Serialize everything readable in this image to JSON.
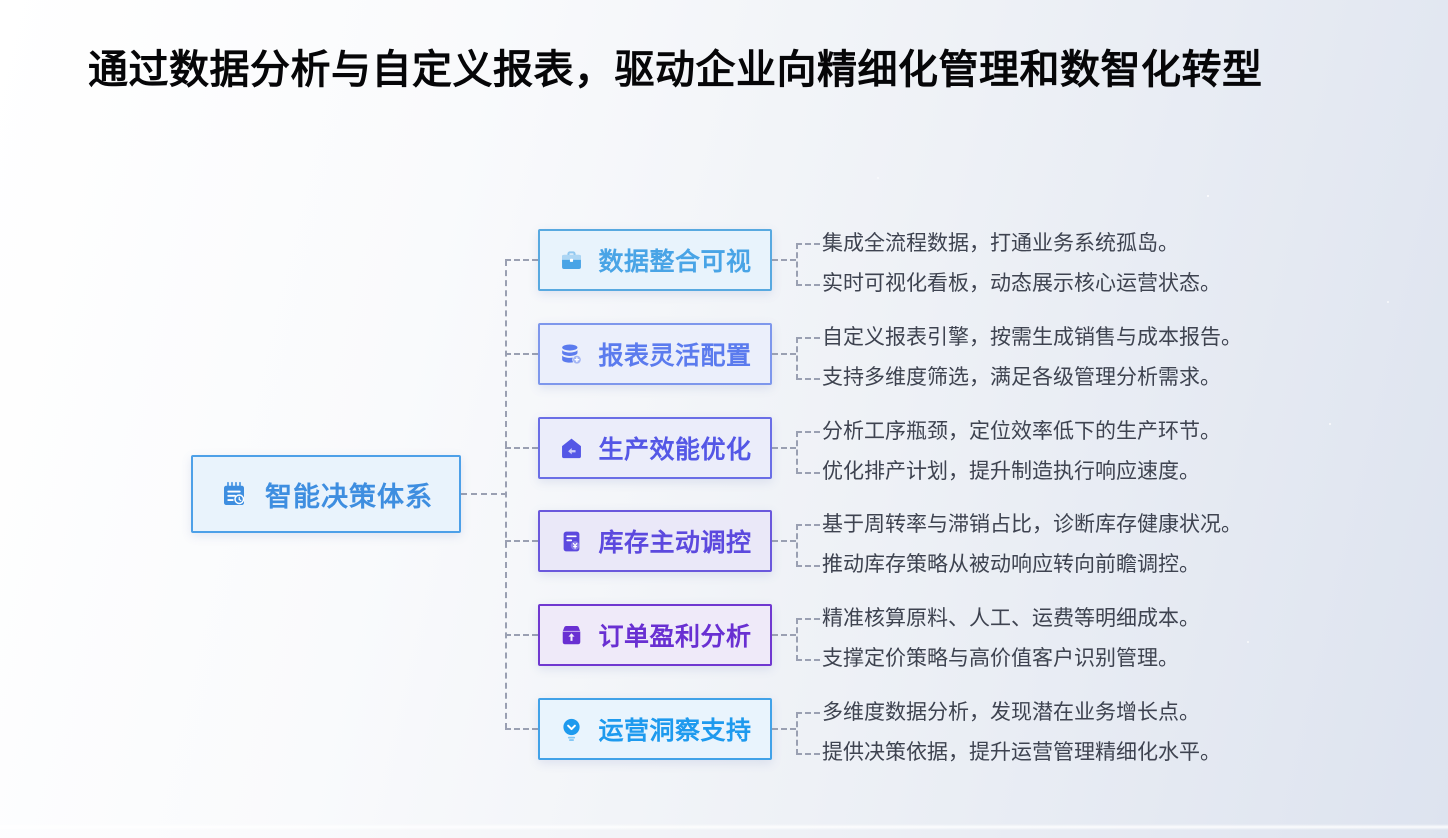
{
  "title": "通过数据分析与自定义报表，驱动企业向精细化管理和数智化转型",
  "connector": {
    "line": "#9aa0b2"
  },
  "root": {
    "label": "智能决策体系",
    "icon": "notepad-clock-icon",
    "colors": {
      "accent": "#3e8ee0",
      "border": "#4da0e8",
      "bg": "#e9f3fc"
    }
  },
  "branches": [
    {
      "label": "数据整合可视",
      "icon": "briefcase-icon",
      "colors": {
        "accent": "#49a4e6",
        "border": "#58a9e0",
        "bg": "#e8f3fc"
      },
      "points": [
        "集成全流程数据，打通业务系统孤岛。",
        "实时可视化看板，动态展示核心运营状态。"
      ]
    },
    {
      "label": "报表灵活配置",
      "icon": "database-icon",
      "colors": {
        "accent": "#5b7bee",
        "border": "#7e97ec",
        "bg": "#ebeffb"
      },
      "points": [
        "自定义报表引擎，按需生成销售与成本报告。",
        "支持多维度筛选，满足各级管理分析需求。"
      ]
    },
    {
      "label": "生产效能优化",
      "icon": "home-arrow-icon",
      "colors": {
        "accent": "#5457e6",
        "border": "#6a6ee6",
        "bg": "#ebedfa"
      },
      "points": [
        "分析工序瓶颈，定位效率低下的生产环节。",
        "优化排产计划，提升制造执行响应速度。"
      ]
    },
    {
      "label": "库存主动调控",
      "icon": "calculator-yuan-icon",
      "colors": {
        "accent": "#5c49de",
        "border": "#6a58dc",
        "bg": "#eae8f8"
      },
      "points": [
        "基于周转率与滞销占比，诊断库存健康状况。",
        "推动库存策略从被动响应转向前瞻调控。"
      ]
    },
    {
      "label": "订单盈利分析",
      "icon": "package-up-icon",
      "colors": {
        "accent": "#6930d2",
        "border": "#7038d0",
        "bg": "#efeaf9"
      },
      "points": [
        "精准核算原料、人工、运费等明细成本。",
        "支撑定价策略与高价值客户识别管理。"
      ]
    },
    {
      "label": "运营洞察支持",
      "icon": "insight-bulb-icon",
      "colors": {
        "accent": "#1e9aee",
        "border": "#41a2e8",
        "bg": "#e9f4fd"
      },
      "points": [
        "多维度数据分析，发现潜在业务增长点。",
        "提供决策依据，提升运营管理精细化水平。"
      ]
    }
  ]
}
